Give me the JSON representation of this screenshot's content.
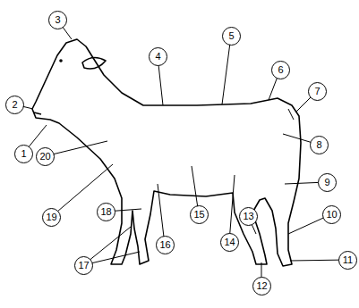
{
  "diagram": {
    "nodes": [
      {
        "text": [
          "1"
        ]
      },
      {
        "text": [
          "2"
        ]
      },
      {
        "text": [
          "3"
        ]
      },
      {
        "text": [
          "4"
        ]
      },
      {
        "text": [
          "5"
        ]
      },
      {
        "text": [
          "6"
        ]
      },
      {
        "text": [
          "7"
        ]
      },
      {
        "text": [
          "8"
        ]
      },
      {
        "text": [
          "9"
        ]
      },
      {
        "text": [
          "10"
        ]
      },
      {
        "text": [
          "11"
        ]
      },
      {
        "text": [
          "12"
        ]
      },
      {
        "text": [
          "13"
        ]
      },
      {
        "text": [
          "14"
        ]
      },
      {
        "text": [
          "15"
        ]
      },
      {
        "text": [
          "16"
        ]
      },
      {
        "text": [
          "17"
        ]
      },
      {
        "text": [
          "18"
        ]
      },
      {
        "text": [
          "19"
        ]
      },
      {
        "text": [
          "20"
        ]
      }
    ]
  }
}
